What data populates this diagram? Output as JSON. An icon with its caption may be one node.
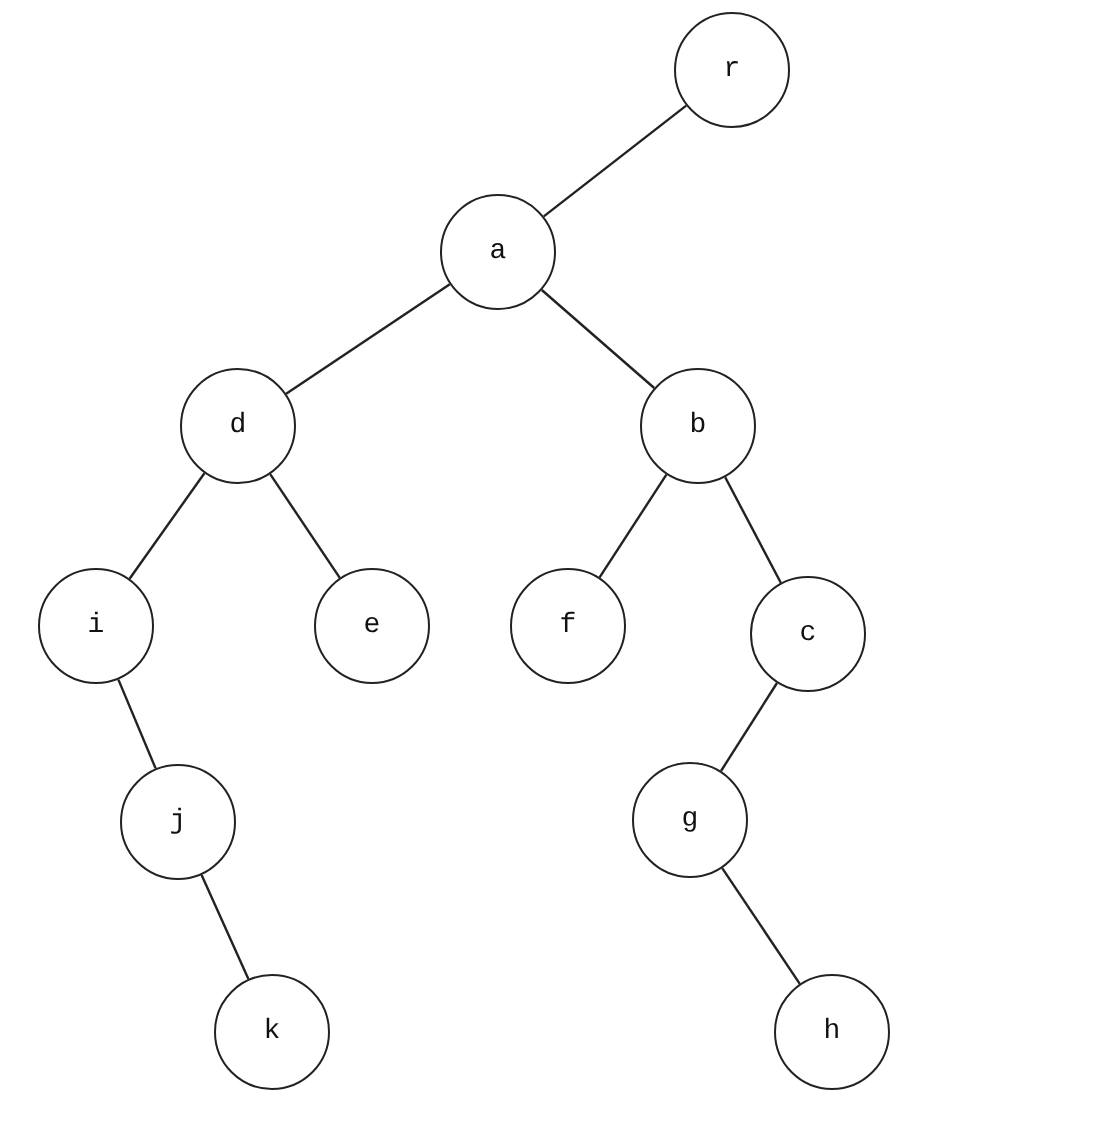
{
  "diagram": {
    "nodes": [
      {
        "text": [
          "r"
        ]
      },
      {
        "text": [
          "a"
        ]
      },
      {
        "text": [
          "d"
        ]
      },
      {
        "text": [
          "b"
        ]
      },
      {
        "text": [
          "i"
        ]
      },
      {
        "text": [
          "e"
        ]
      },
      {
        "text": [
          "f"
        ]
      },
      {
        "text": [
          "c"
        ]
      },
      {
        "text": [
          "j"
        ]
      },
      {
        "text": [
          "g"
        ]
      },
      {
        "text": [
          "k"
        ]
      },
      {
        "text": [
          "h"
        ]
      }
    ],
    "edges": [
      {
        "from": 0,
        "to": 1,
        "arrow": "none"
      },
      {
        "from": 1,
        "to": 2,
        "arrow": "none"
      },
      {
        "from": 1,
        "to": 3,
        "arrow": "none"
      },
      {
        "from": 2,
        "to": 4,
        "arrow": "none"
      },
      {
        "from": 2,
        "to": 5,
        "arrow": "none"
      },
      {
        "from": 3,
        "to": 6,
        "arrow": "none"
      },
      {
        "from": 3,
        "to": 7,
        "arrow": "none"
      },
      {
        "from": 4,
        "to": 8,
        "arrow": "none"
      },
      {
        "from": 8,
        "to": 10,
        "arrow": "none"
      },
      {
        "from": 7,
        "to": 9,
        "arrow": "none"
      },
      {
        "from": 9,
        "to": 11,
        "arrow": "none"
      }
    ]
  }
}
